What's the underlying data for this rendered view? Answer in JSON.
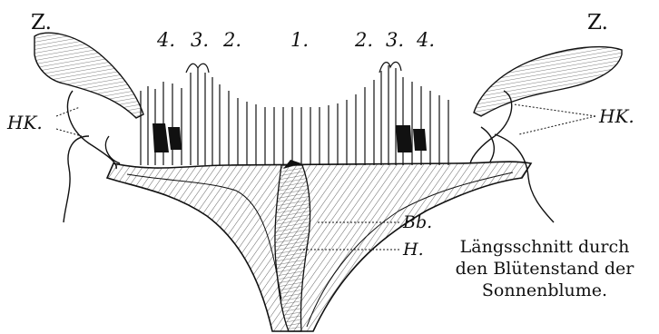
{
  "labels": {
    "z_left": "Z.",
    "z_right": "Z.",
    "num_left": [
      "4.",
      "3.",
      "2."
    ],
    "num_center": "1.",
    "num_right": [
      "2.",
      "3.",
      "4."
    ],
    "hk_left": "HK.",
    "hk_right": "HK.",
    "bb": "Bb.",
    "h": "H."
  },
  "caption": {
    "line1": "Längsschnitt durch",
    "line2": "den Blütenstand der",
    "line3": "Sonnenblume."
  },
  "colors": {
    "ink": "#111111",
    "paper": "#ffffff"
  }
}
